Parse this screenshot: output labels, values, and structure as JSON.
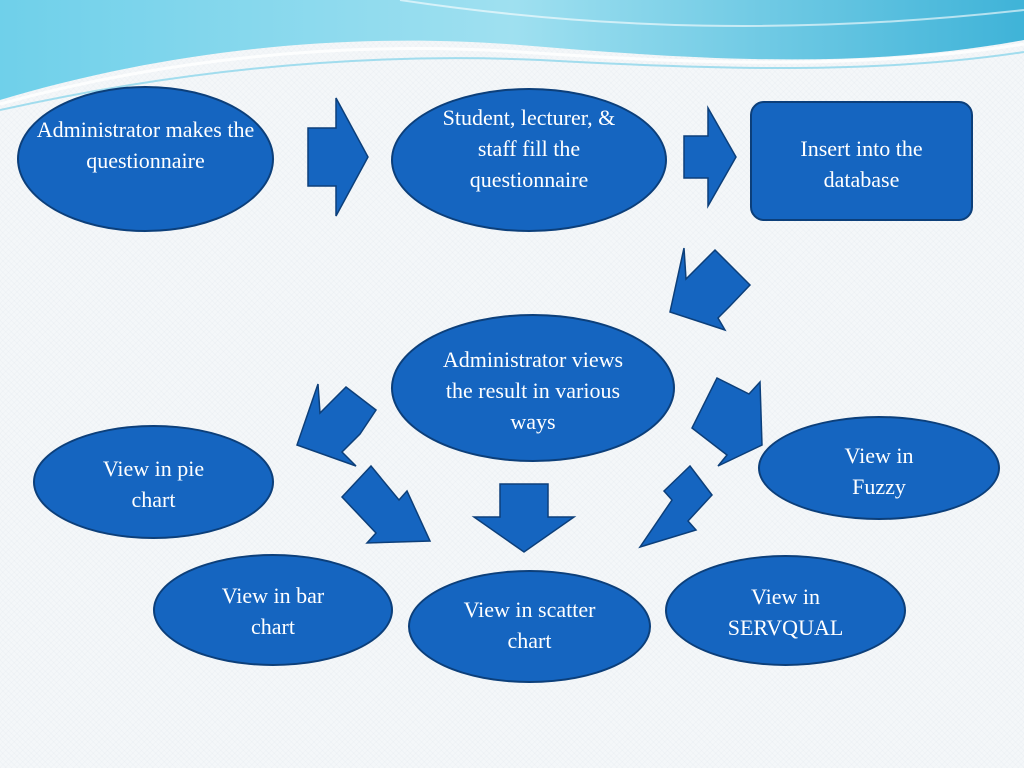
{
  "nodes": {
    "admin_makes": "Administrator makes the questionnaire",
    "fill": "Student, lecturer, & staff fill the questionnaire",
    "insert": "Insert into the database",
    "admin_views": "Administrator views the result in various ways",
    "pie": "View in pie chart",
    "fuzzy": "View in Fuzzy",
    "bar": "View in bar chart",
    "scatter": "View in scatter chart",
    "servqual": "View in SERVQUAL"
  },
  "colors": {
    "node_fill": "#1565c0",
    "node_border": "#0c3f7a",
    "text": "#ffffff",
    "wave": "#5bc0de"
  }
}
